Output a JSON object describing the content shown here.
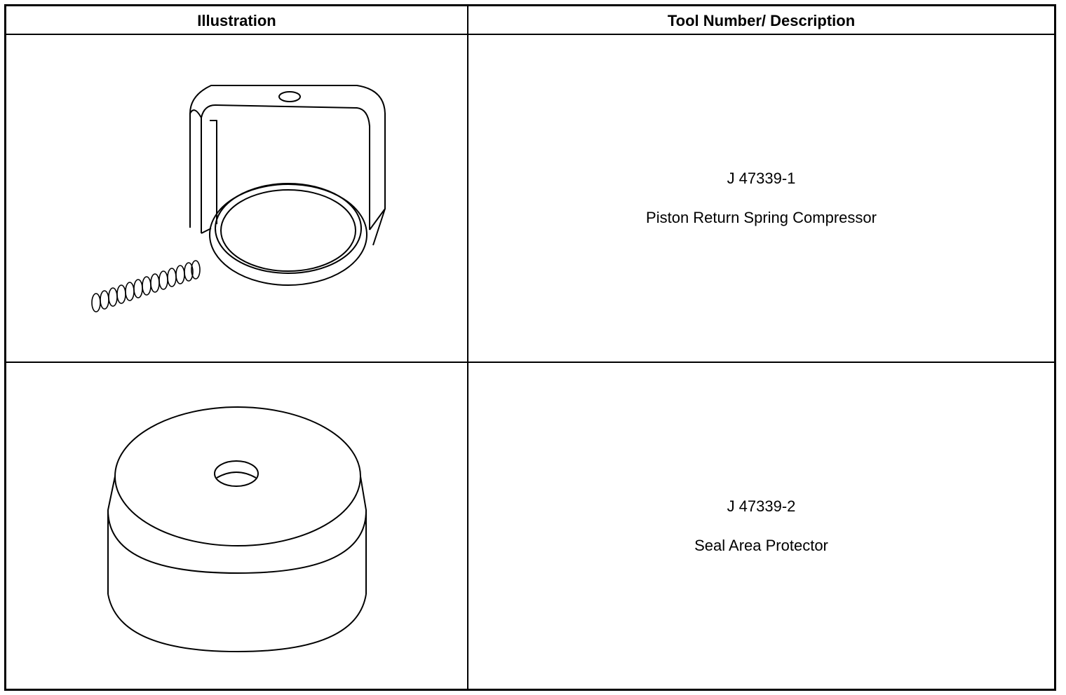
{
  "table": {
    "headers": {
      "illustration": "Illustration",
      "description": "Tool Number/ Description"
    },
    "rows": [
      {
        "illustration_icon": "spring-compressor-illustration-icon",
        "tool_number": "J 47339-1",
        "description": "Piston Return Spring Compressor"
      },
      {
        "illustration_icon": "seal-protector-illustration-icon",
        "tool_number": "J 47339-2",
        "description": "Seal Area Protector"
      }
    ]
  }
}
